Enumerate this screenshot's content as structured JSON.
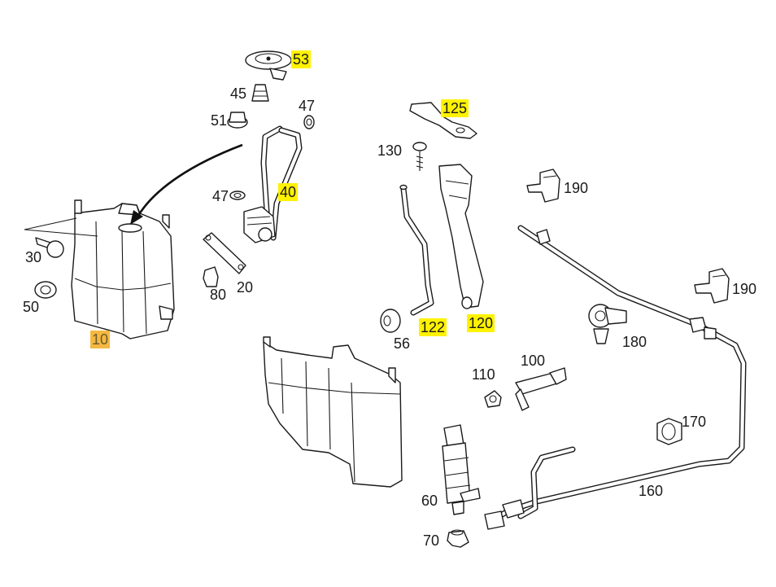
{
  "highlight_colors": {
    "yellow": "#fff200",
    "orange": "#f5b841"
  },
  "callouts": [
    {
      "id": "10",
      "text": "10",
      "highlight": "orange"
    },
    {
      "id": "20",
      "text": "20",
      "highlight": "none"
    },
    {
      "id": "30",
      "text": "30",
      "highlight": "none"
    },
    {
      "id": "40",
      "text": "40",
      "highlight": "yellow"
    },
    {
      "id": "45",
      "text": "45",
      "highlight": "none"
    },
    {
      "id": "47a",
      "text": "47",
      "highlight": "none"
    },
    {
      "id": "47b",
      "text": "47",
      "highlight": "none"
    },
    {
      "id": "50",
      "text": "50",
      "highlight": "none"
    },
    {
      "id": "51",
      "text": "51",
      "highlight": "none"
    },
    {
      "id": "53",
      "text": "53",
      "highlight": "yellow"
    },
    {
      "id": "56",
      "text": "56",
      "highlight": "none"
    },
    {
      "id": "60",
      "text": "60",
      "highlight": "none"
    },
    {
      "id": "70",
      "text": "70",
      "highlight": "none"
    },
    {
      "id": "80",
      "text": "80",
      "highlight": "none"
    },
    {
      "id": "100",
      "text": "100",
      "highlight": "none"
    },
    {
      "id": "110",
      "text": "110",
      "highlight": "none"
    },
    {
      "id": "120",
      "text": "120",
      "highlight": "yellow"
    },
    {
      "id": "122",
      "text": "122",
      "highlight": "yellow"
    },
    {
      "id": "125",
      "text": "125",
      "highlight": "yellow"
    },
    {
      "id": "130",
      "text": "130",
      "highlight": "none"
    },
    {
      "id": "160",
      "text": "160",
      "highlight": "none"
    },
    {
      "id": "170",
      "text": "170",
      "highlight": "none"
    },
    {
      "id": "180",
      "text": "180",
      "highlight": "none"
    },
    {
      "id": "190a",
      "text": "190",
      "highlight": "none"
    },
    {
      "id": "190b",
      "text": "190",
      "highlight": "none"
    }
  ]
}
